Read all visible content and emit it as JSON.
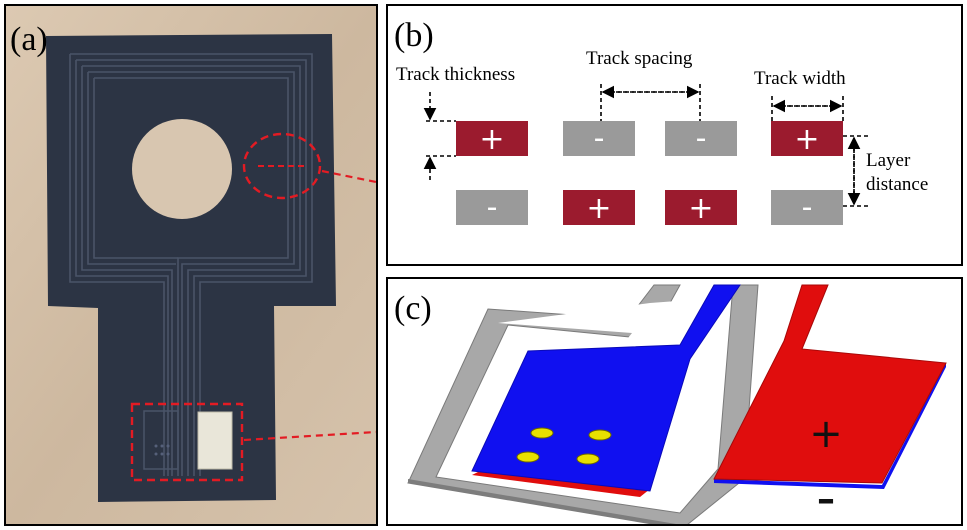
{
  "panels": {
    "a": {
      "label": "(a)"
    },
    "b": {
      "label": "(b)",
      "track_thickness": "Track thickness",
      "track_spacing": "Track spacing",
      "track_width": "Track width",
      "layer_distance_line1": "Layer",
      "layer_distance_line2": "distance",
      "plus_symbol": "+",
      "minus_symbol": "-"
    },
    "c": {
      "label": "(c)",
      "plus_symbol": "+",
      "minus_symbol": "–"
    }
  },
  "colors": {
    "positive_track": "#9b1b2e",
    "negative_track": "#9a9a9a",
    "pcb_dark": "#2c3444",
    "wood_background": "#d2bfa8",
    "callout_red": "#e31b23",
    "model_blue": "#1010f0",
    "model_red": "#e00d0d",
    "model_gray": "#a8a8a8",
    "via_yellow": "#e8e000"
  }
}
